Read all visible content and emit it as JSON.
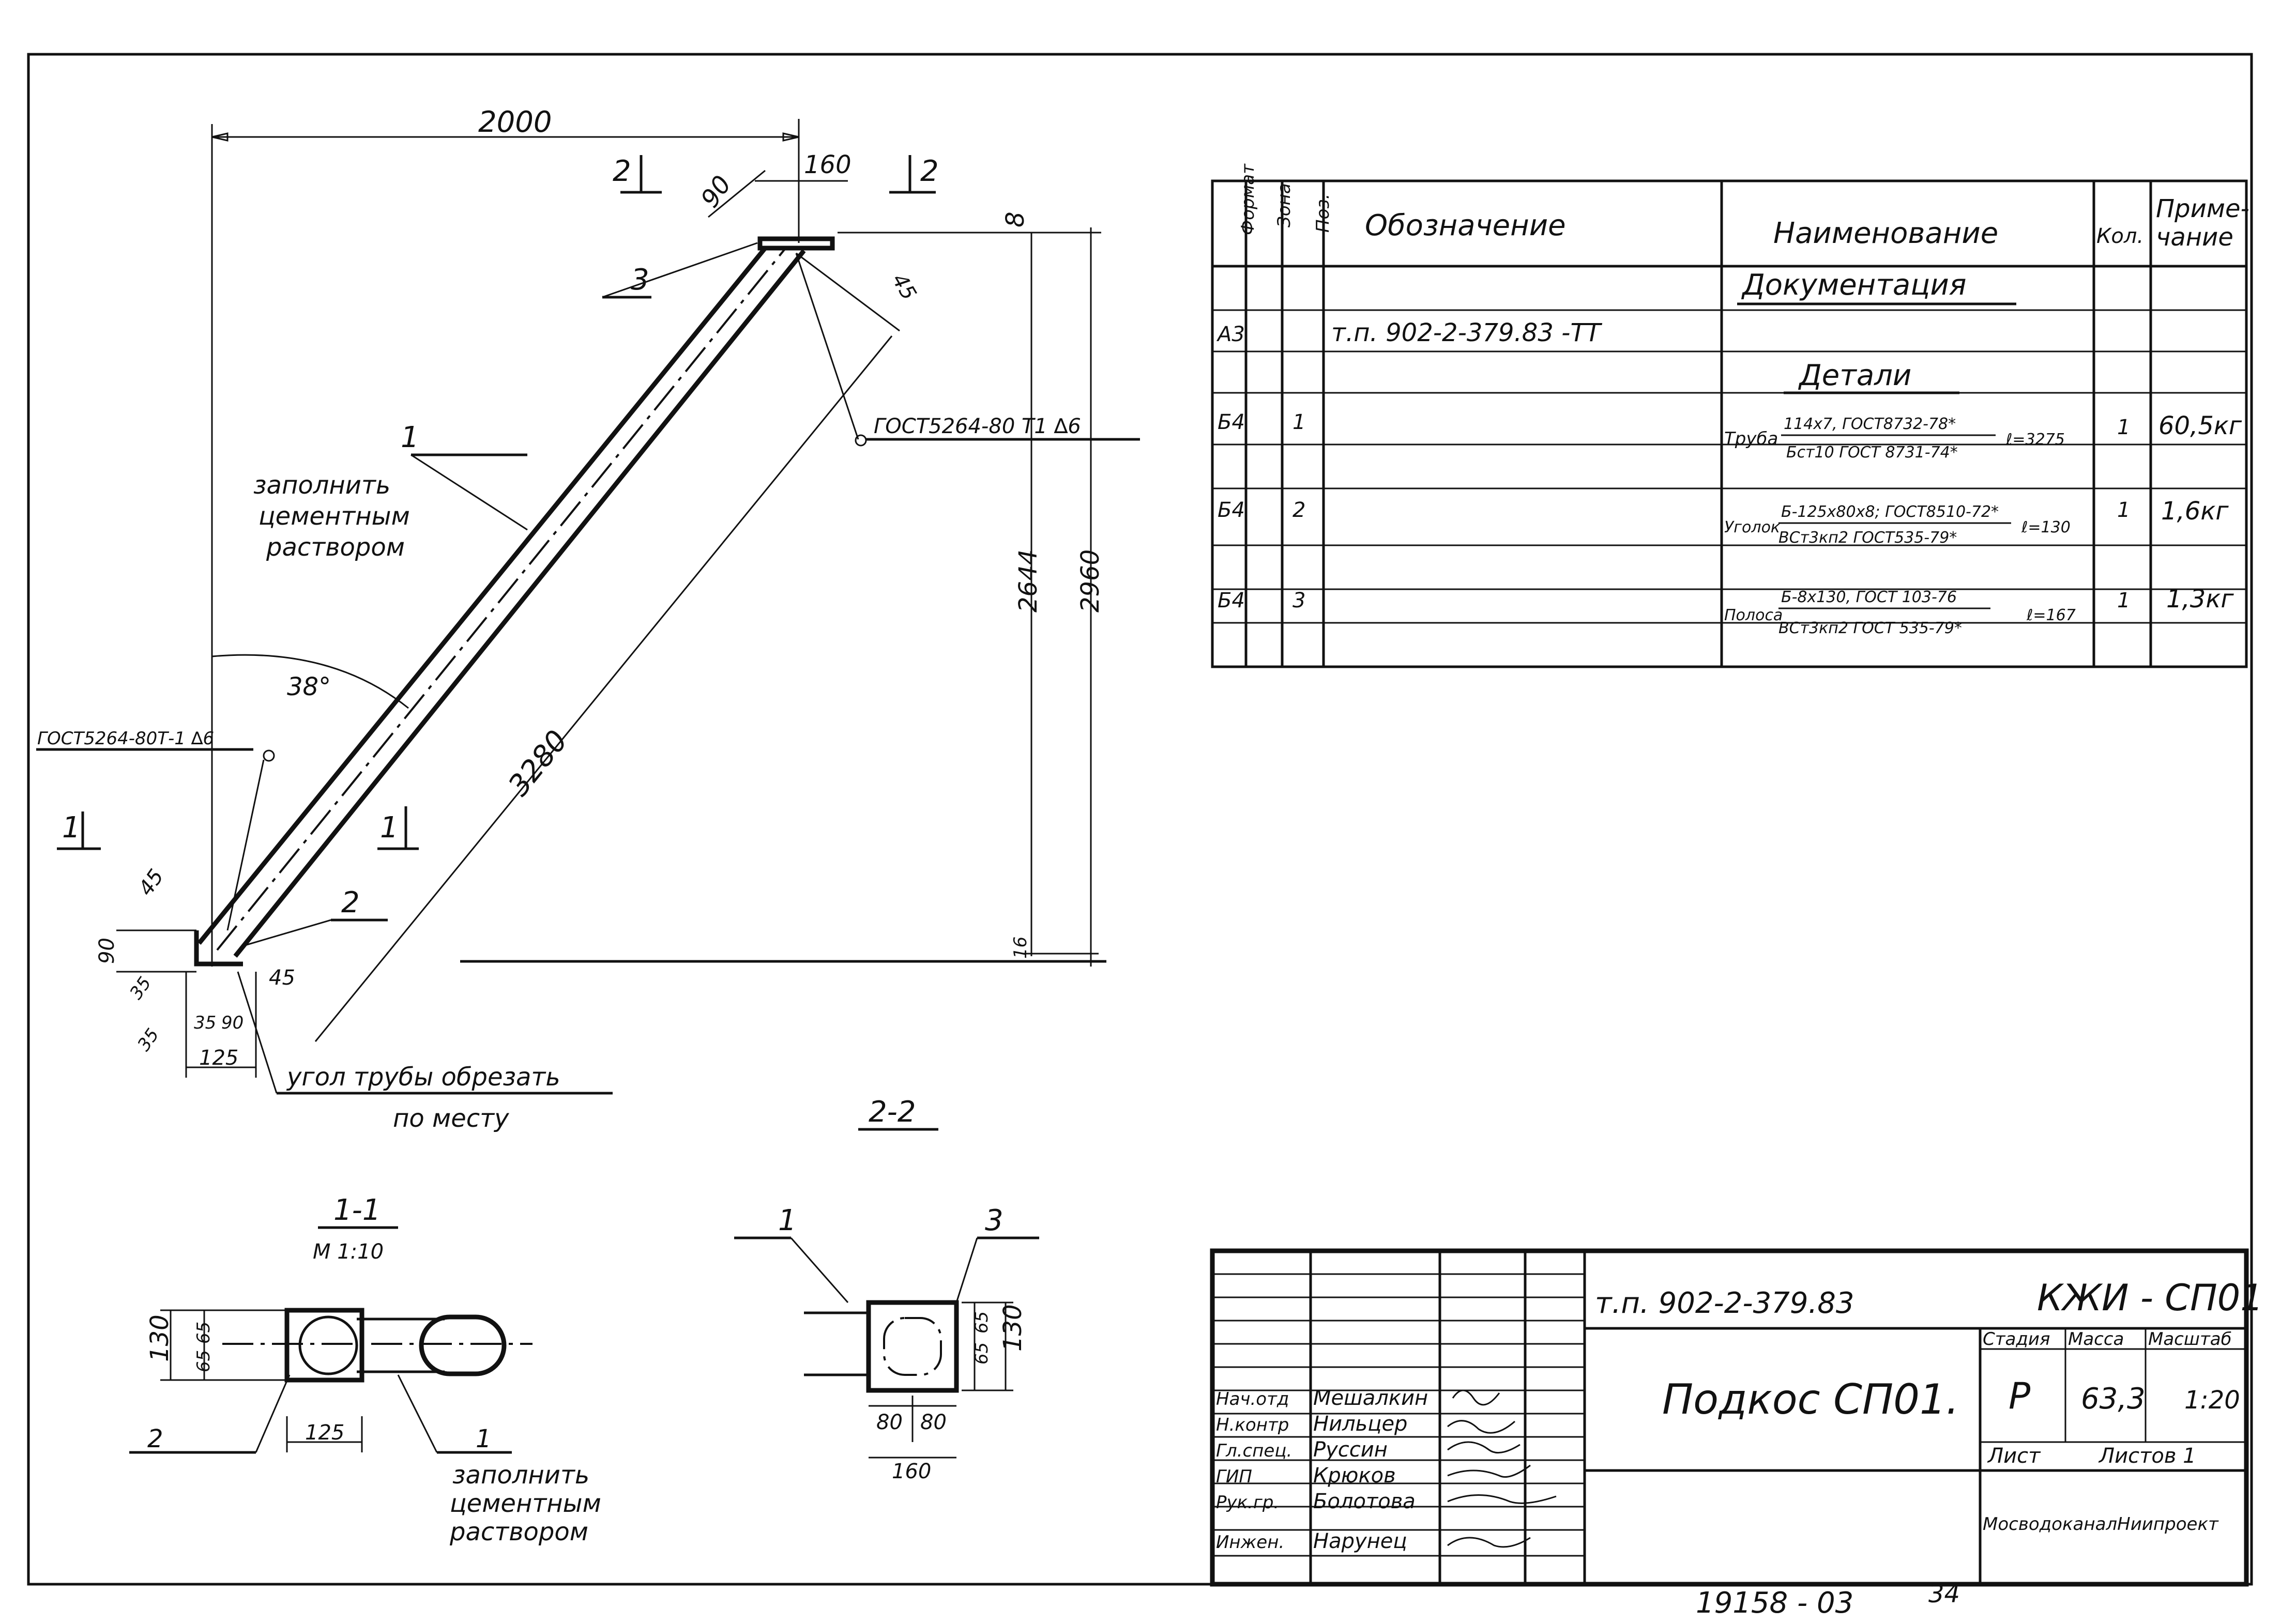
{
  "drawing": {
    "dims": {
      "d2000": "2000",
      "d160": "160",
      "d90a": "90",
      "d8": "8",
      "d45a": "45",
      "d2644": "2644",
      "d2960": "2960",
      "d3280": "3280",
      "d38": "38°",
      "d45b": "45",
      "d90b": "90",
      "d35a": "35",
      "d35b": "35",
      "d90c": "90",
      "d35c": "35",
      "d125": "125",
      "d45c": "45",
      "d16": "16"
    },
    "callouts": {
      "pos1": "1",
      "pos2": "2",
      "pos3": "3",
      "weld_top": "ГОСТ5264-80   Т1 ∆6",
      "weld_bottom": "ГОСТ5264-80Т-1 ∆6",
      "fill_note_1": "заполнить",
      "fill_note_2": "цементным",
      "fill_note_3": "раствором",
      "cut_note_1": "угол трубы обрезать",
      "cut_note_2": "по месту"
    },
    "section_marks": {
      "s2_left": "2",
      "s2_right": "2",
      "s1_left": "1",
      "s1_mid": "1"
    },
    "section_1_1": {
      "title": "1-1",
      "scale": "М 1:10",
      "d130": "130",
      "d65a": "65",
      "d65b": "65",
      "d125": "125",
      "pos2": "2",
      "pos1": "1",
      "note_1": "заполнить",
      "note_2": "цементным",
      "note_3": "раствором"
    },
    "section_2_2": {
      "title": "2-2",
      "pos1": "1",
      "pos3": "3",
      "d65a": "65",
      "d65b": "65",
      "d130": "130",
      "d80a": "80",
      "d80b": "80",
      "d160": "160"
    }
  },
  "spec": {
    "headers": {
      "format": "Формат",
      "zone": "Зона",
      "pos": "Поз.",
      "designation": "Обозначение",
      "name": "Наименование",
      "qty": "Кол.",
      "note": "Приме-\nчание"
    },
    "section_docs": "Документация",
    "doc_row": {
      "format": "А3",
      "designation": "т.п. 902-2-379.83     -ТТ"
    },
    "section_details": "Детали",
    "rows": [
      {
        "format": "Б4",
        "pos": "1",
        "prefix": "Труба",
        "top": "114х7, ГОСТ8732-78*",
        "bottom": "Бст10 ГОСТ 8731-74*",
        "len": "ℓ=3275",
        "qty": "1",
        "note": "60,5кг"
      },
      {
        "format": "Б4",
        "pos": "2",
        "prefix": "Уголок",
        "top": "Б-125х80х8; ГОСТ8510-72*",
        "bottom": "ВСт3кп2 ГОСТ535-79*",
        "len": "ℓ=130",
        "qty": "1",
        "note": "1,6кг"
      },
      {
        "format": "Б4",
        "pos": "3",
        "prefix": "Полоса",
        "top": "Б-8х130, ГОСТ 103-76",
        "bottom": "ВСт3кп2 ГОСТ 535-79*",
        "len": "ℓ=167",
        "qty": "1",
        "note": "1,3кг"
      }
    ]
  },
  "title_block": {
    "project_code": "т.п. 902-2-379.83",
    "sheet_code": "КЖИ - СП01",
    "item_title": "Подкос СП01.",
    "stage_label": "Стадия",
    "mass_label": "Масса",
    "scale_label": "Масштаб",
    "stage": "Р",
    "mass": "63,3",
    "scale": "1:20",
    "sheet_label": "Лист",
    "sheets_label": "Листов 1",
    "org": "МосводоканалНиипроект",
    "roles": [
      {
        "role": "Нач.отд",
        "name": "Мешалкин"
      },
      {
        "role": "Н.контр",
        "name": "Нильцер"
      },
      {
        "role": "Гл.спец.",
        "name": "Руссин"
      },
      {
        "role": "ГИП",
        "name": "Крюков"
      },
      {
        "role": "Рук.гр.",
        "name": "Болотова"
      },
      {
        "role": "Инжен.",
        "name": "Нарунец"
      }
    ]
  },
  "footer": {
    "archive": "19158 - 03",
    "page": "34"
  }
}
